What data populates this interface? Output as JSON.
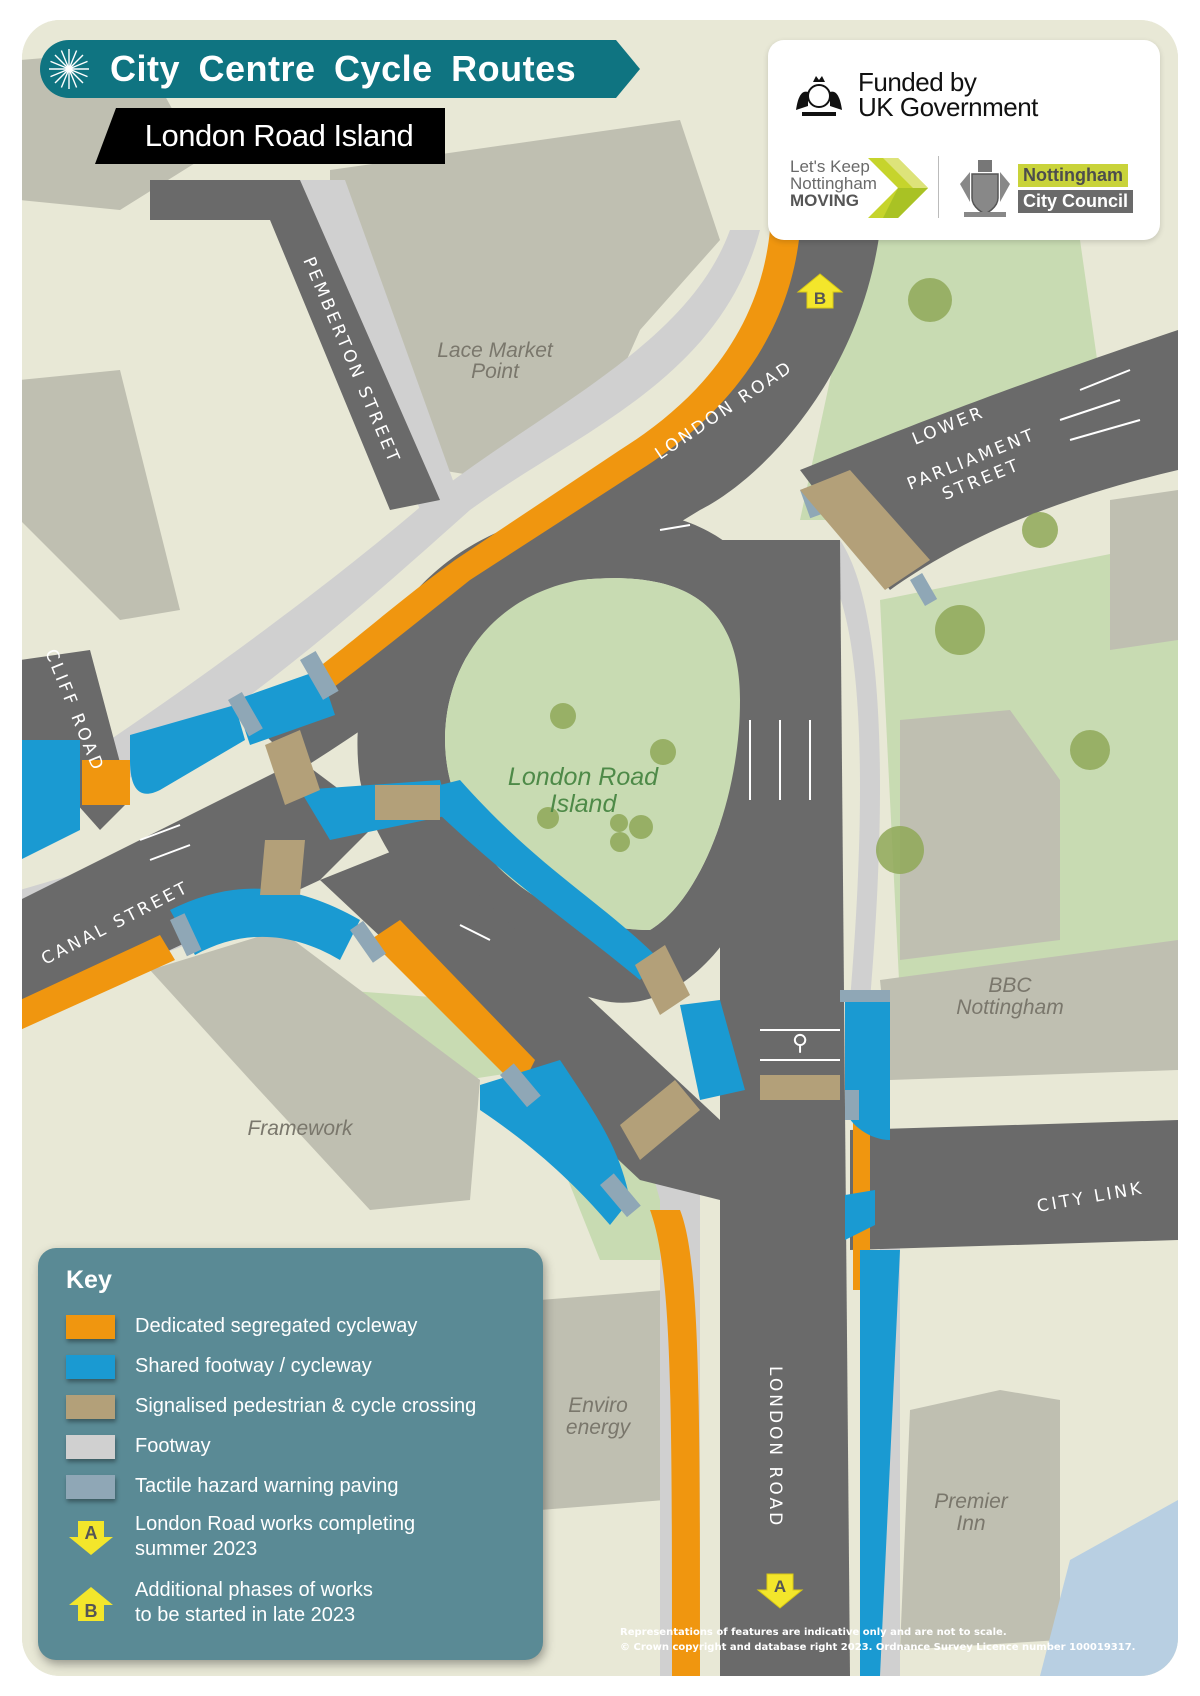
{
  "header": {
    "title": "City Centre Cycle Routes",
    "subtitle": "London Road Island",
    "banner_color": "#0f7481"
  },
  "logos": {
    "funded_line1": "Funded by",
    "funded_line2": "UK Government",
    "lkn_line1": "Let's Keep",
    "lkn_line2": "Nottingham",
    "lkn_line3": "MOVING",
    "ncc_line1": "Nottingham",
    "ncc_line2": "City Council"
  },
  "map": {
    "buildings": [
      {
        "label_line1": "Lace Market",
        "label_line2": "Point"
      },
      {
        "label_line1": "BBC",
        "label_line2": "Nottingham"
      },
      {
        "label_line1": "Framework"
      },
      {
        "label_line1": "Enviro",
        "label_line2": "energy"
      },
      {
        "label_line1": "Premier",
        "label_line2": "Inn"
      }
    ],
    "island_label_line1": "London Road",
    "island_label_line2": "Island",
    "streets": {
      "london_road_north": "LONDON ROAD",
      "london_road_south": "LONDON ROAD",
      "pemberton": "PEMBERTON STREET",
      "lower_parliament_1": "LOWER",
      "lower_parliament_2": "PARLIAMENT",
      "lower_parliament_3": "STREET",
      "cliff_road": "CLIFF ROAD",
      "canal_street": "CANAL STREET",
      "city_link": "CITY LINK"
    },
    "markers": [
      {
        "letter": "A",
        "direction": "down"
      },
      {
        "letter": "B",
        "direction": "up"
      }
    ]
  },
  "legend": {
    "title": "Key",
    "items": [
      {
        "label": "Dedicated segregated cycleway",
        "color": "#f0960f"
      },
      {
        "label": "Shared footway / cycleway",
        "color": "#1a9ad2"
      },
      {
        "label": "Signalised pedestrian & cycle crossing",
        "color": "#b3a079"
      },
      {
        "label": "Footway",
        "color": "#d0d0d0"
      },
      {
        "label": "Tactile hazard warning paving",
        "color": "#8fa7b6"
      }
    ],
    "markers": [
      {
        "letter": "A",
        "line1": "London Road works completing",
        "line2": "summer 2023"
      },
      {
        "letter": "B",
        "line1": "Additional phases of works",
        "line2": "to be started in late 2023"
      }
    ]
  },
  "footer": {
    "line1": "Representations of features are indicative only and are not to scale.",
    "line2": "© Crown copyright and database right 2023. Ordnance Survey Licence number 100019317."
  },
  "colors": {
    "road": "#6a6a6a",
    "footway": "#d0d0d0",
    "cycleway": "#f0960f",
    "shared": "#1a9ad2",
    "crossing": "#b3a079",
    "tactile": "#8fa7b6",
    "building": "#bfbfb1",
    "ground": "#e8e8d6",
    "green": "#c8dbb2",
    "marker": "#f3e62b",
    "legend_bg": "#5a8a95"
  }
}
